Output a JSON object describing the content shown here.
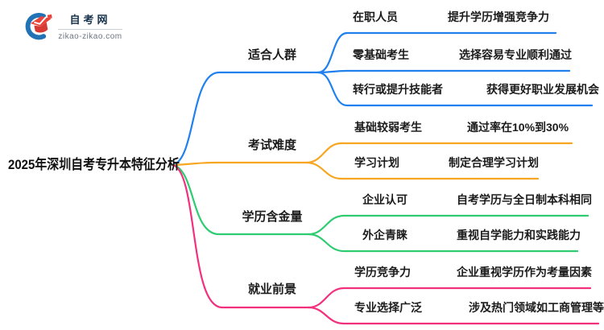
{
  "logo": {
    "site_name": "自考网",
    "site_domain": "zikao-zikao.com",
    "icon_blue": "#2273b5",
    "icon_red": "#e8433a"
  },
  "root": {
    "label": "2025年深圳自考专升本特征分析"
  },
  "colors": {
    "branch1": "#2080ee",
    "branch2": "#f7a622",
    "branch3": "#2ecc71",
    "branch4": "#f2307e"
  },
  "branches": [
    {
      "label": "适合人群",
      "color": "#2080ee",
      "children": [
        {
          "label": "在职人员",
          "detail": "提升学历增强竞争力"
        },
        {
          "label": "零基础考生",
          "detail": "选择容易专业顺利通过"
        },
        {
          "label": "转行或提升技能者",
          "detail": "获得更好职业发展机会"
        }
      ]
    },
    {
      "label": "考试难度",
      "color": "#f7a622",
      "children": [
        {
          "label": "基础较弱考生",
          "detail": "通过率在10%到30%"
        },
        {
          "label": "学习计划",
          "detail": "制定合理学习计划"
        }
      ]
    },
    {
      "label": "学历含金量",
      "color": "#2ecc71",
      "children": [
        {
          "label": "企业认可",
          "detail": "自考学历与全日制本科相同"
        },
        {
          "label": "外企青睐",
          "detail": "重视自学能力和实践能力"
        }
      ]
    },
    {
      "label": "就业前景",
      "color": "#f2307e",
      "children": [
        {
          "label": "学历竞争力",
          "detail": "企业重视学历作为考量因素"
        },
        {
          "label": "专业选择广泛",
          "detail": "涉及热门领域如工商管理等"
        }
      ]
    }
  ]
}
